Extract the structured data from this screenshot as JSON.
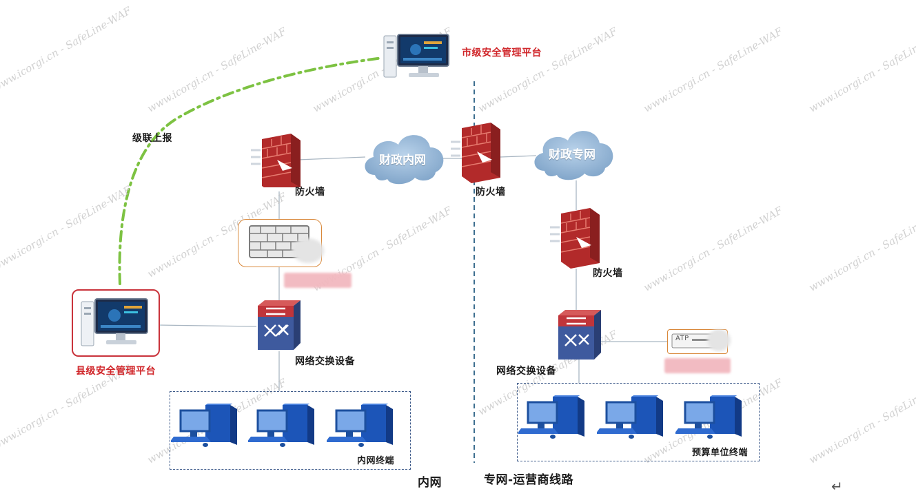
{
  "labels": {
    "city_platform": "市级安全管理平台",
    "county_platform": "县级安全管理平台",
    "cascade_report": "级联上报",
    "firewall_1": "防火墙",
    "firewall_2": "防火墙",
    "firewall_3": "防火墙",
    "switch_left": "网络交换设备",
    "switch_right": "网络交换设备",
    "intranet_terminal": "内网终端",
    "budget_terminal": "预算单位终端",
    "zone_intranet": "内网",
    "zone_private": "专网-运营商线路",
    "return_glyph": "↵"
  },
  "clouds": {
    "finance_intranet": "财政内网",
    "finance_private": "财政专网"
  },
  "device": {
    "atp_label": "ATP"
  },
  "watermark": {
    "text": "www.icorgi.cn - SafeLine-WAF"
  },
  "colors": {
    "accent_red": "#d0262a",
    "cascade_green": "#7dc242",
    "line_gray": "#a9b6c2",
    "divider_blue": "#3d6e8f",
    "firewall_red": "#b22a2a",
    "switch_blue": "#3e5a9e",
    "pc_blue": "#2f6bd0",
    "cloud_blue": "#8fb3d6"
  }
}
